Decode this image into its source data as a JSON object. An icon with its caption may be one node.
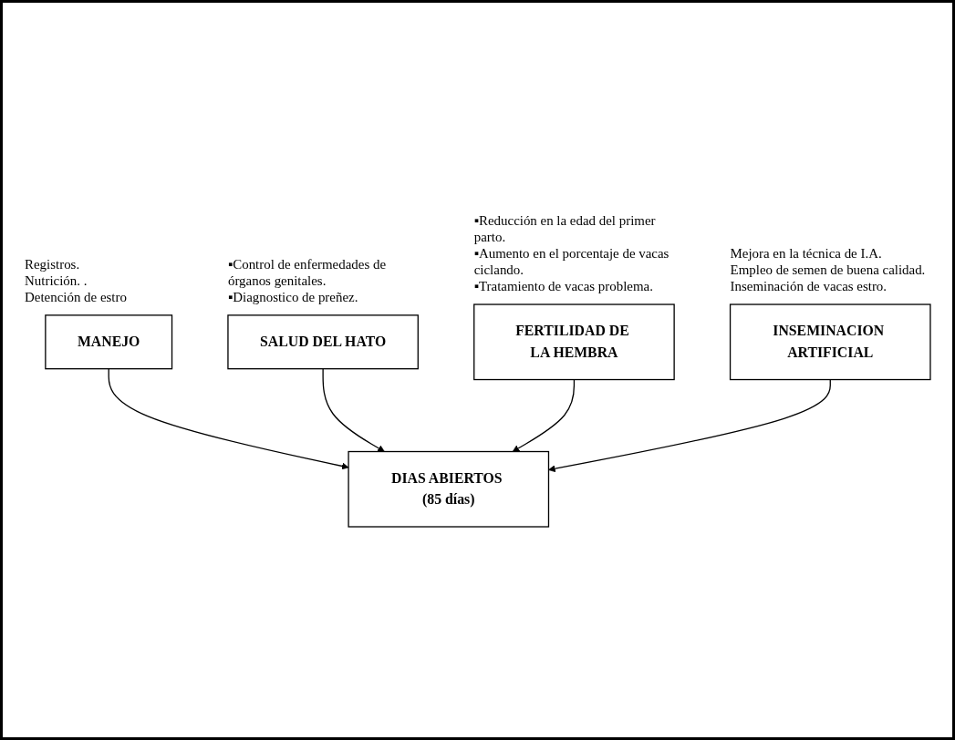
{
  "diagram": {
    "nodes": [
      {
        "text": [
          "MANEJO"
        ],
        "beside": [
          "Registros.",
          "Nutrición. .",
          "Detención de estro"
        ]
      },
      {
        "text": [
          "SALUD DEL HATO"
        ],
        "beside": [
          "▪Control de enfermedades de órganos genitales.",
          "▪Diagnostico de preñez."
        ]
      },
      {
        "text": [
          "DIAS ABIERTOS (85 días)"
        ]
      },
      {
        "text": [
          "FERTILIDAD DE LA HEMBRA"
        ],
        "beside": [
          "▪Reducción en la edad del primer parto.",
          "▪Aumento en el porcentaje de vacas ciclando.",
          "▪Tratamiento de vacas problema."
        ]
      },
      {
        "text": [
          "INSEMINACION ARTIFICIAL"
        ],
        "beside": [
          "Mejora en la técnica de I.A.",
          "Empleo de semen de buena calidad.",
          "Inseminación de vacas estro."
        ]
      }
    ],
    "edges": [
      {
        "from": 0,
        "to": 2,
        "arrow": "to"
      },
      {
        "from": 1,
        "to": 2,
        "arrow": "to"
      },
      {
        "from": 3,
        "to": 2,
        "arrow": "to"
      },
      {
        "from": 4,
        "to": 2,
        "arrow": "to"
      }
    ]
  }
}
